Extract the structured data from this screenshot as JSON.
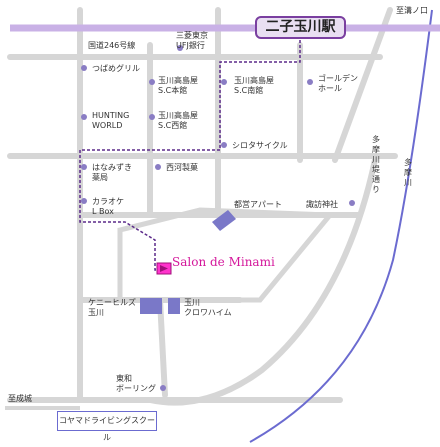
{
  "station": "二子玉川駅",
  "salon_name": "Salon de Minami",
  "school": "コヤマドライビングスクール",
  "labels": {
    "to_mizonokuchi": "至溝ノ口",
    "route246": "国道246号線",
    "mufj": "三菱東京\nUFJ銀行",
    "tsubame": "つばめグリル",
    "sc_main": "玉川高島屋\nS.C本館",
    "sc_south": "玉川高島屋\nS.C南館",
    "golden": "ゴールデン\nホール",
    "hunting": "HUNTING\nWORLD",
    "sc_west": "玉川高島屋\nS.C西館",
    "shirota": "シロタサイクル",
    "hanamizuki": "はなみずき\n薬局",
    "nishikawa": "西河製菓",
    "tamagawa_tsutsumi": "多\n摩\n川\n堤\n通\nり",
    "tamagawa": "多\n摩\n川",
    "karaoke": "カラオケ\nL Box",
    "toei": "都営アパート",
    "suwa": "諏訪神社",
    "kenny": "ケニーヒルズ\n玉川",
    "croix": "玉川\nクロワハイム",
    "towa": "東和\nボーリング",
    "to_seijo": "至成城"
  },
  "colors": {
    "rail": "#c9b1e6",
    "road": "#d6d6d6",
    "river": "#6b6bd0",
    "route": "#5b2a8a",
    "salon_text": "#d4179b",
    "marker_fill": "#ff33cc"
  }
}
